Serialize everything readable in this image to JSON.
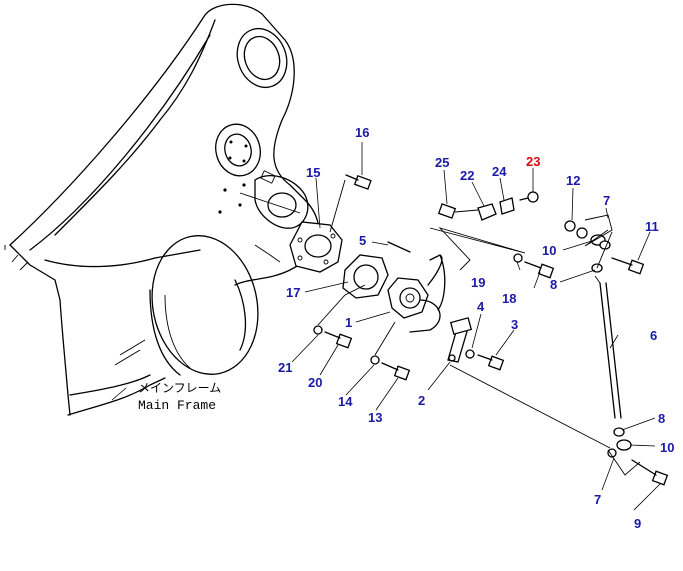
{
  "colors": {
    "callout": "#1a1aa6",
    "highlight": "#d01010",
    "line": "#000000"
  },
  "frame_label_jp": "メインフレーム",
  "frame_label_en": "Main Frame",
  "callouts": {
    "c1": "1",
    "c2": "2",
    "c3": "3",
    "c4": "4",
    "c5": "5",
    "c6": "6",
    "c7a": "7",
    "c7b": "7",
    "c8a": "8",
    "c8b": "8",
    "c9": "9",
    "c10a": "10",
    "c10b": "10",
    "c11": "11",
    "c12": "12",
    "c13": "13",
    "c14": "14",
    "c15": "15",
    "c16": "16",
    "c17": "17",
    "c18": "18",
    "c19": "19",
    "c20": "20",
    "c21": "21",
    "c22": "22",
    "c23": "23",
    "c24": "24",
    "c25": "25"
  },
  "highlighted_callouts": [
    "23"
  ]
}
